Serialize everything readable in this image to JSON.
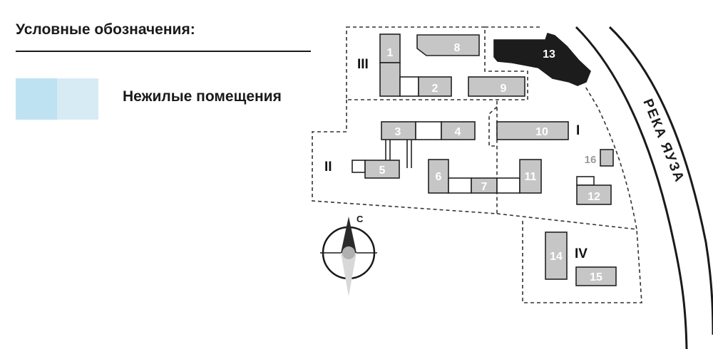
{
  "legend": {
    "title": "Условные обозначения:",
    "item_label": "Нежилые помещения",
    "swatch_colors": [
      "#bfe2f2",
      "#d7ebf4"
    ]
  },
  "map": {
    "river_label": "РЕКА ЯУЗА",
    "compass_label": "С",
    "colors": {
      "building_fill": "#c6c6c6",
      "building_stroke": "#222222",
      "building_dark": "#1c1c1c",
      "passage_fill": "#ffffff",
      "zone_stroke": "#333333",
      "compass_needle": "#2a2a2a"
    },
    "zones": [
      {
        "id": "zone-iii",
        "label": "III"
      },
      {
        "id": "zone-ii",
        "label": "II"
      },
      {
        "id": "zone-i",
        "label": "I"
      },
      {
        "id": "zone-iv",
        "label": "IV"
      }
    ],
    "buildings": [
      {
        "id": "b1",
        "label": "1"
      },
      {
        "id": "b2",
        "label": "2"
      },
      {
        "id": "b3",
        "label": "3"
      },
      {
        "id": "b4",
        "label": "4"
      },
      {
        "id": "b5",
        "label": "5"
      },
      {
        "id": "b6",
        "label": "6"
      },
      {
        "id": "b7",
        "label": "7"
      },
      {
        "id": "b8",
        "label": "8"
      },
      {
        "id": "b9",
        "label": "9"
      },
      {
        "id": "b10",
        "label": "10"
      },
      {
        "id": "b11",
        "label": "11"
      },
      {
        "id": "b12",
        "label": "12"
      },
      {
        "id": "b13",
        "label": "13"
      },
      {
        "id": "b14",
        "label": "14"
      },
      {
        "id": "b15",
        "label": "15"
      },
      {
        "id": "b16",
        "label": "16"
      }
    ]
  }
}
